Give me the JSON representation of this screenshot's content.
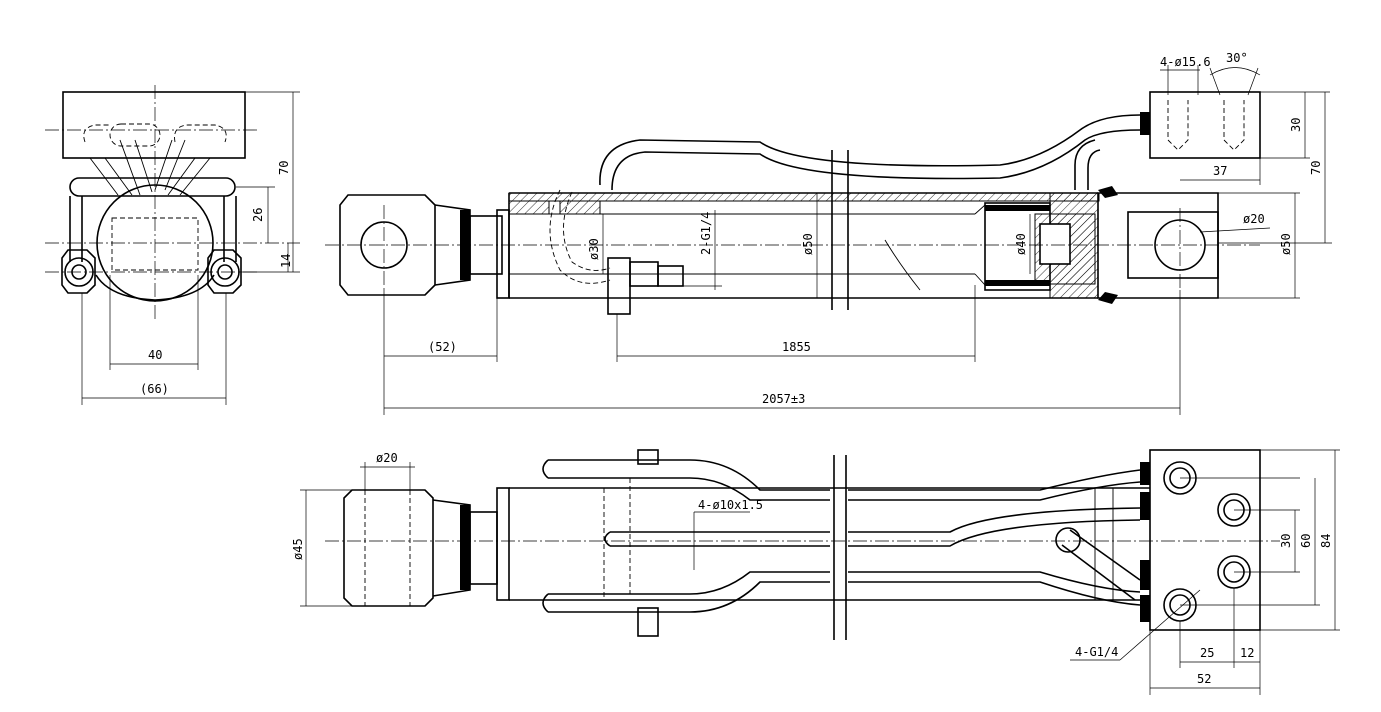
{
  "labels": {
    "d_4_bore": "4-ø15.6",
    "d_angle": "30°",
    "d_block_h": "30",
    "d_block_70": "70",
    "d_37": "37",
    "d_pin20": "ø20",
    "d_rod50": "ø50",
    "d_tube50": "ø50",
    "d_piston40": "ø40",
    "d_g14": "2-G1/4",
    "d_30": "ø30",
    "d_52": "(52)",
    "d_1855": "1855",
    "d_2057": "2057±3",
    "e_70": "70",
    "e_26": "26",
    "e_14": "14",
    "e_40": "40",
    "e_66": "(66)",
    "b_pin20": "ø20",
    "b_45": "ø45",
    "b_4_10": "4-ø10x1.5",
    "b_30": "30",
    "b_60": "60",
    "b_84": "84",
    "b_g14": "4-G1/4",
    "b_25": "25",
    "b_12": "12",
    "b_52": "52"
  }
}
